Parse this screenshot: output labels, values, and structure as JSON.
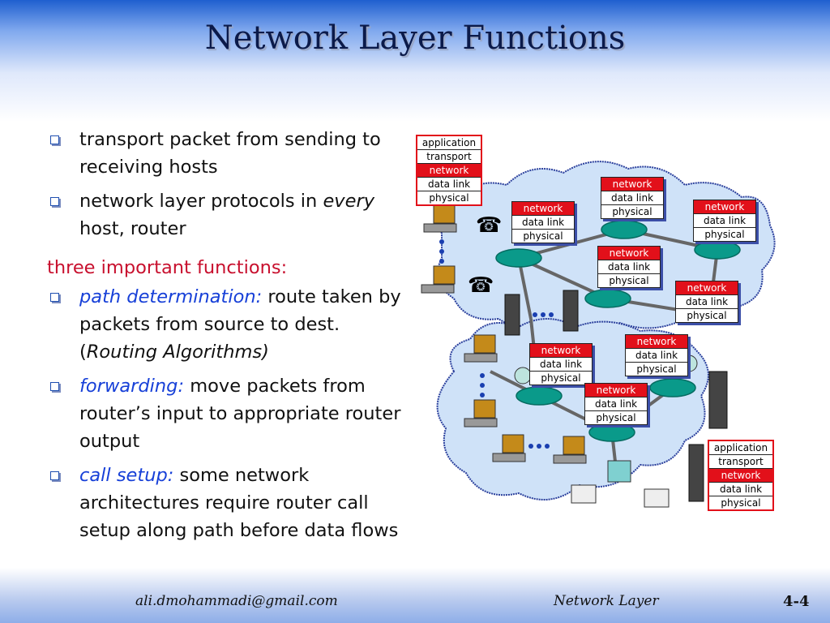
{
  "slide": {
    "title": "Network Layer Functions",
    "bullets": [
      {
        "text": "transport packet from sending to receiving hosts"
      },
      {
        "text_pre": "network layer protocols in ",
        "text_em": "every",
        "text_post": " host, router"
      }
    ],
    "subheading": "three important functions:",
    "functions": [
      {
        "term": "path determination:",
        "desc_pre": " route taken by packets from source to dest. (",
        "desc_em": "Routing Algorithms)",
        "desc_post": ""
      },
      {
        "term": "forwarding:",
        "desc": " move packets from router’s input to appropriate router output"
      },
      {
        "term": "call setup:",
        "desc": " some network architectures require router call setup along path before data flows"
      }
    ]
  },
  "diagram": {
    "host_stack": [
      "application",
      "transport",
      "network",
      "data link",
      "physical"
    ],
    "router_stack": [
      "network",
      "data link",
      "physical"
    ],
    "colors": {
      "cloud": "#cfe2f8",
      "cloud_edge": "#2a3f9c",
      "router": "#0a9a8a",
      "network_label": "#e2101a",
      "shadow": "#3c4fa8"
    }
  },
  "footer": {
    "email": "ali.dmohammadi@gmail.com",
    "chapter": "Network Layer",
    "page": "4-4"
  }
}
